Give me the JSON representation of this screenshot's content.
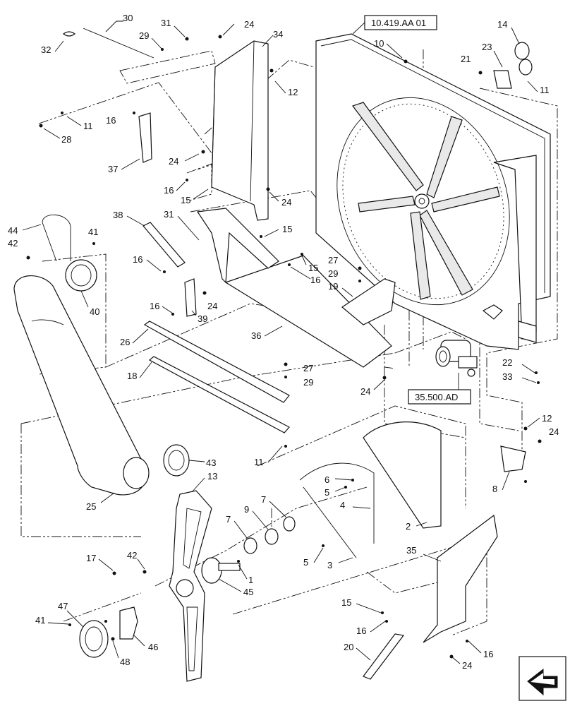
{
  "references": {
    "fan_assembly": "10.419.AA 01",
    "motor": "35.500.AD"
  },
  "callouts": [
    {
      "id": "c30",
      "label": "30"
    },
    {
      "id": "c31a",
      "label": "31"
    },
    {
      "id": "c24a",
      "label": "24"
    },
    {
      "id": "c29a",
      "label": "29"
    },
    {
      "id": "c32",
      "label": "32"
    },
    {
      "id": "c34",
      "label": "34"
    },
    {
      "id": "c10",
      "label": "10"
    },
    {
      "id": "c14",
      "label": "14"
    },
    {
      "id": "c23",
      "label": "23"
    },
    {
      "id": "c21",
      "label": "21"
    },
    {
      "id": "c11a",
      "label": "11"
    },
    {
      "id": "c12a",
      "label": "12"
    },
    {
      "id": "c16a",
      "label": "16"
    },
    {
      "id": "c11b",
      "label": "11"
    },
    {
      "id": "c28",
      "label": "28"
    },
    {
      "id": "c37",
      "label": "37"
    },
    {
      "id": "c24b",
      "label": "24"
    },
    {
      "id": "c16b",
      "label": "16"
    },
    {
      "id": "c15a",
      "label": "15"
    },
    {
      "id": "c24c",
      "label": "24"
    },
    {
      "id": "c38",
      "label": "38"
    },
    {
      "id": "c31b",
      "label": "31"
    },
    {
      "id": "c15b",
      "label": "15"
    },
    {
      "id": "c44",
      "label": "44"
    },
    {
      "id": "c41a",
      "label": "41"
    },
    {
      "id": "c42a",
      "label": "42"
    },
    {
      "id": "c16c",
      "label": "16"
    },
    {
      "id": "c15c",
      "label": "15"
    },
    {
      "id": "c27a",
      "label": "27"
    },
    {
      "id": "c29b",
      "label": "29"
    },
    {
      "id": "c16d",
      "label": "16"
    },
    {
      "id": "c19",
      "label": "19"
    },
    {
      "id": "c24d",
      "label": "24"
    },
    {
      "id": "c40",
      "label": "40"
    },
    {
      "id": "c16e",
      "label": "16"
    },
    {
      "id": "c39",
      "label": "39"
    },
    {
      "id": "c36",
      "label": "36"
    },
    {
      "id": "c26",
      "label": "26"
    },
    {
      "id": "c22",
      "label": "22"
    },
    {
      "id": "c33",
      "label": "33"
    },
    {
      "id": "c27b",
      "label": "27"
    },
    {
      "id": "c29c",
      "label": "29"
    },
    {
      "id": "c18",
      "label": "18"
    },
    {
      "id": "c24e",
      "label": "24"
    },
    {
      "id": "c12b",
      "label": "12"
    },
    {
      "id": "c24f",
      "label": "24"
    },
    {
      "id": "c43",
      "label": "43"
    },
    {
      "id": "c11c",
      "label": "11"
    },
    {
      "id": "c6",
      "label": "6"
    },
    {
      "id": "c5a",
      "label": "5"
    },
    {
      "id": "c8",
      "label": "8"
    },
    {
      "id": "c13",
      "label": "13"
    },
    {
      "id": "c4",
      "label": "4"
    },
    {
      "id": "c25",
      "label": "25"
    },
    {
      "id": "c7a",
      "label": "7"
    },
    {
      "id": "c9",
      "label": "9"
    },
    {
      "id": "c7b",
      "label": "7"
    },
    {
      "id": "c2",
      "label": "2"
    },
    {
      "id": "c35",
      "label": "35"
    },
    {
      "id": "c17",
      "label": "17"
    },
    {
      "id": "c42b",
      "label": "42"
    },
    {
      "id": "c5b",
      "label": "5"
    },
    {
      "id": "c3",
      "label": "3"
    },
    {
      "id": "c1",
      "label": "1"
    },
    {
      "id": "c45",
      "label": "45"
    },
    {
      "id": "c47",
      "label": "47"
    },
    {
      "id": "c41b",
      "label": "41"
    },
    {
      "id": "c15d",
      "label": "15"
    },
    {
      "id": "c46",
      "label": "46"
    },
    {
      "id": "c16f",
      "label": "16"
    },
    {
      "id": "c48",
      "label": "48"
    },
    {
      "id": "c20",
      "label": "20"
    },
    {
      "id": "c16g",
      "label": "16"
    },
    {
      "id": "c24g",
      "label": "24"
    }
  ],
  "icons": {
    "view_direction": "arrow-view-icon"
  }
}
